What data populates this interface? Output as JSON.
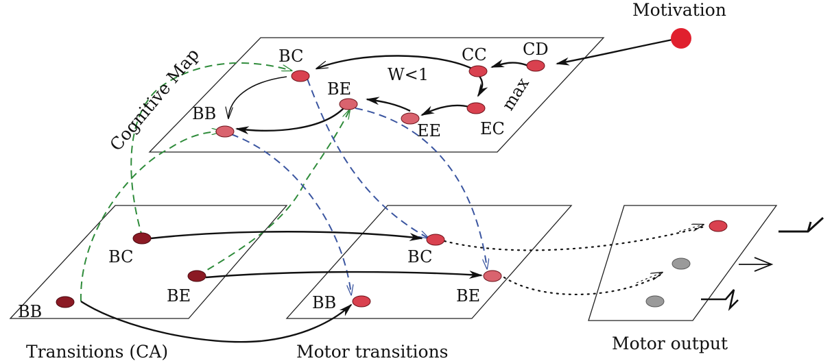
{
  "labels": {
    "motivation": "Motivation",
    "cognitive_map": "Cognitive Map",
    "transitions_ca": "Transitions (CA)",
    "motor_transitions": "Motor transitions",
    "motor_output": "Motor output",
    "weight": "W<1",
    "max": "max"
  },
  "cognitive_nodes": {
    "bc": "BC",
    "cc": "CC",
    "cd": "CD",
    "be": "BE",
    "bb": "BB",
    "ee": "EE",
    "ec": "EC"
  },
  "transition_nodes": {
    "bc": "BC",
    "be": "BE",
    "bb": "BB"
  },
  "motor_transition_nodes": {
    "bc": "BC",
    "be": "BE",
    "bb": "BB"
  },
  "colors": {
    "node_red": "#d9414f",
    "node_dark": "#8b1a24",
    "node_gray": "#9a9a9a",
    "motivation": "#e0202e",
    "green_dash": "#2e8b3a",
    "blue_dash": "#3a55a0"
  }
}
